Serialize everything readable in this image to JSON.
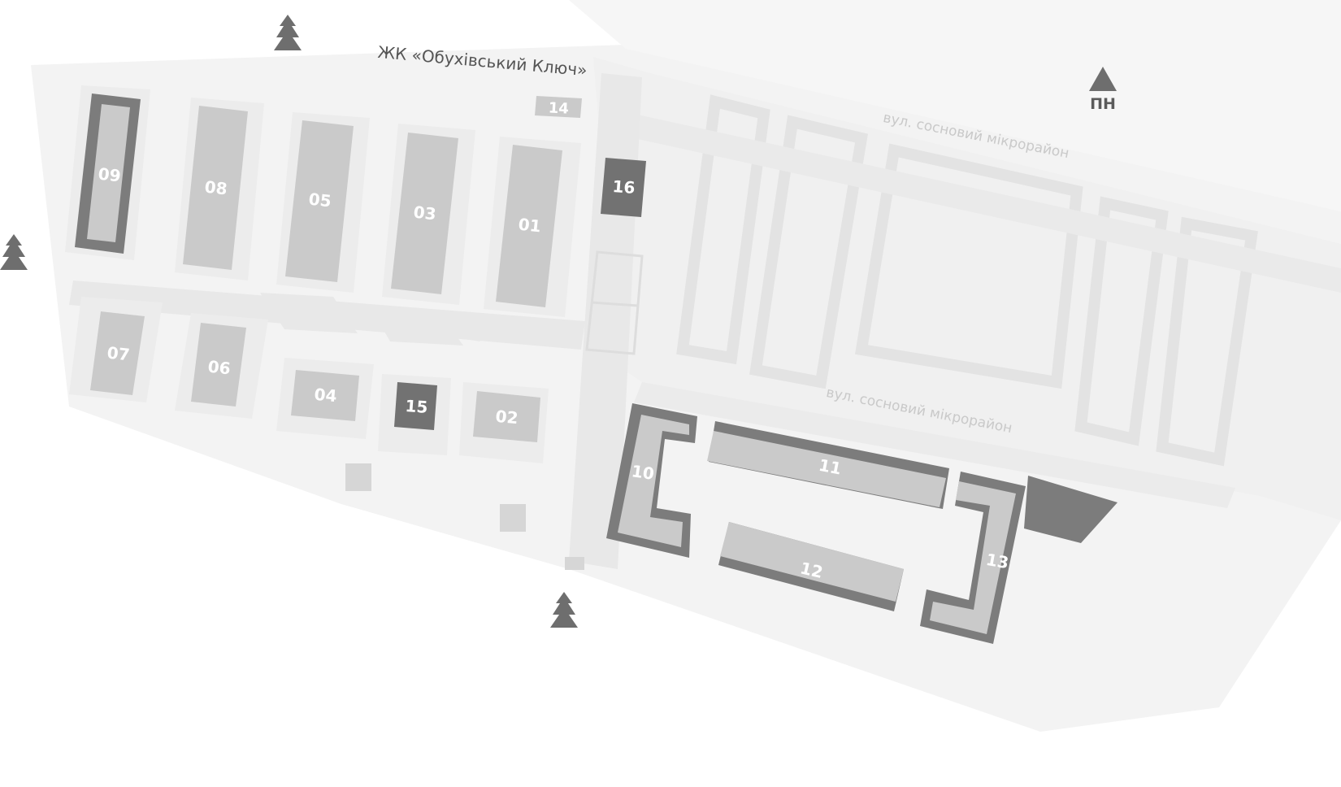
{
  "complex_name": "ЖК «Обухівський Ключ»",
  "north_label": "ПН",
  "streets": {
    "upper": "вул. сосновий мікрорайон",
    "lower": "вул. сосновий мікрорайон"
  },
  "colors": {
    "ground": "#f2f2f2",
    "path": "#e9e9e9",
    "building": "#cacaca",
    "highlight": "#7c7c7c",
    "dark": "#727272",
    "label": "#ffffff"
  },
  "buildings": {
    "b01": "01",
    "b02": "02",
    "b03": "03",
    "b04": "04",
    "b05": "05",
    "b06": "06",
    "b07": "07",
    "b08": "08",
    "b09": "09",
    "b10": "10",
    "b11": "11",
    "b12": "12",
    "b13": "13",
    "b14": "14",
    "b15": "15",
    "b16": "16"
  },
  "icons": [
    "tree-icon",
    "north-arrow-icon"
  ]
}
